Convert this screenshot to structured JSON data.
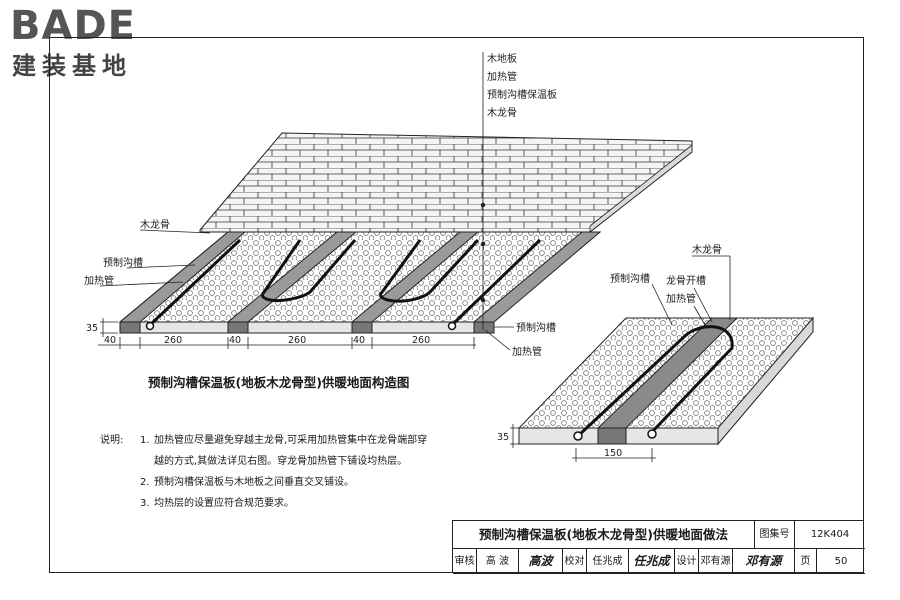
{
  "logo": {
    "main": "BADE",
    "sub": "建装基地"
  },
  "labels": {
    "stack": [
      "木地板",
      "加热管",
      "预制沟槽保温板",
      "木龙骨"
    ],
    "left_keel": "木龙骨",
    "left_groove": "预制沟槽",
    "left_pipe": "加热管",
    "bottom_groove": "预制沟槽",
    "bottom_pipe": "加热管",
    "right_keel": "木龙骨",
    "right_groove": "预制沟槽",
    "right_keel_slot": "龙骨开槽",
    "right_pipe": "加热管"
  },
  "dimensions": {
    "left_height": "35",
    "segments": [
      "40",
      "260",
      "40",
      "260",
      "40",
      "260"
    ],
    "right_height": "35",
    "right_width": "150"
  },
  "caption": "预制沟槽保温板(地板木龙骨型)供暖地面构造图",
  "notes": {
    "prefix": "说明:",
    "items": [
      {
        "num": "1.",
        "lines": [
          "加热管应尽量避免穿越主龙骨,可采用加热管集中在龙骨端部穿",
          "越的方式,其做法详见右图。穿龙骨加热管下铺设均热层。"
        ]
      },
      {
        "num": "2.",
        "lines": [
          "预制沟槽保温板与木地板之间垂直交叉铺设。"
        ]
      },
      {
        "num": "3.",
        "lines": [
          "均热层的设置应符合规范要求。"
        ]
      }
    ]
  },
  "title_block": {
    "title": "预制沟槽保温板(地板木龙骨型)供暖地面做法",
    "atlas_label": "图集号",
    "atlas_no": "12K404",
    "page_label": "页",
    "page_no": "50",
    "review_label": "审核",
    "reviewer": "高 波",
    "reviewer_sig": "高波",
    "check_label": "校对",
    "checker": "任兆成",
    "checker_sig": "任兆成",
    "design_label": "设计",
    "designer": "邓有源",
    "designer_sig": "邓有源"
  }
}
